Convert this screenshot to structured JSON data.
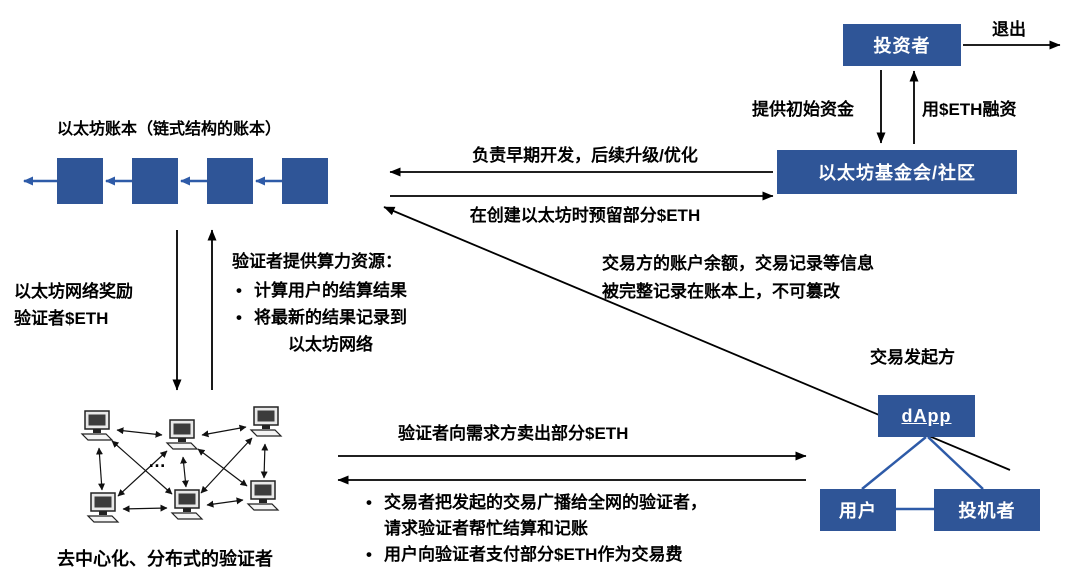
{
  "colors": {
    "box_blue": "#2F5597",
    "line_blue": "#2E5BA8",
    "line_black": "#000000"
  },
  "boxes": {
    "investor": "投资者",
    "foundation": "以太坊基金会/社区",
    "dapp": "dApp",
    "user": "用户",
    "speculator": "投机者"
  },
  "labels": {
    "exit": "退出",
    "provide_capital": "提供初始资金",
    "eth_financing": "用$ETH融资",
    "ledger_title": "以太坊账本（链式结构的账本）",
    "early_dev": "负责早期开发，后续升级/优化",
    "reserve_eth": "在创建以太坊时预留部分$ETH",
    "network_reward_1": "以太坊网络奖励",
    "network_reward_2": "验证者$ETH",
    "tx_record_1": "交易方的账户余额，交易记录等信息",
    "tx_record_2": "被完整记录在账本上，不可篡改",
    "tx_initiator": "交易发起方",
    "sell_eth": "验证者向需求方卖出部分$ETH",
    "validators_caption": "去中心化、分布式的验证者",
    "ellipsis": "…"
  },
  "validator_resources": {
    "title": "验证者提供算力资源：",
    "bullet1": "计算用户的结算结果",
    "bullet2_line1": "将最新的结果记录到",
    "bullet2_line2": "以太坊网络"
  },
  "bottom_bullets": {
    "bullet1_line1": "交易者把发起的交易广播给全网的验证者，",
    "bullet1_line2": "请求验证者帮忙结算和记账",
    "bullet2": "用户向验证者支付部分$ETH作为交易费"
  }
}
